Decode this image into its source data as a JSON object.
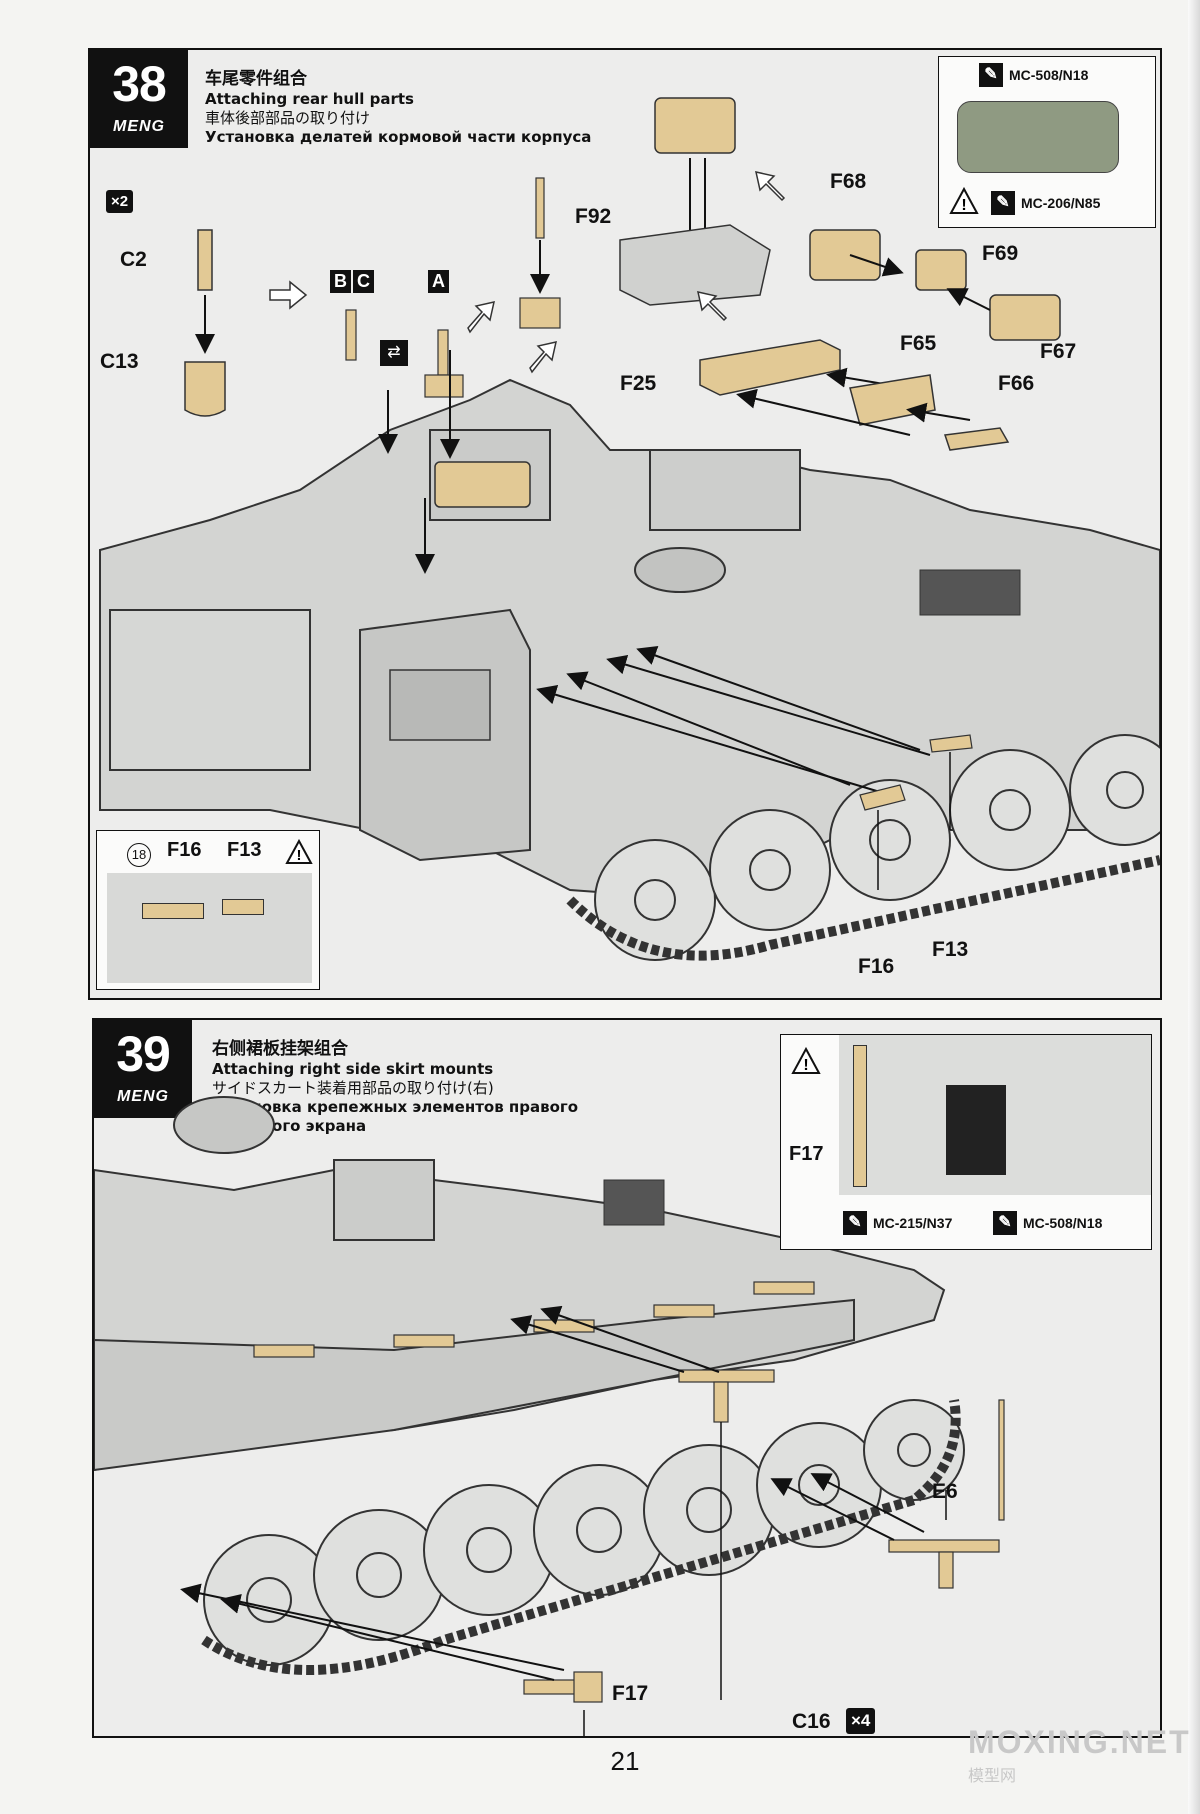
{
  "page_number": "21",
  "watermark": {
    "main": "MOXING.NET",
    "sub": "模型网"
  },
  "step38": {
    "number": "38",
    "brand": "MENG",
    "title_zh": "车尾零件组合",
    "title_en": "Attaching rear hull parts",
    "title_ja": "車体後部部品の取り付け",
    "title_ru": "Установка делатей кормовой части корпуса",
    "qty_x2": "×2",
    "labels": {
      "c2": "C2",
      "c13": "C13",
      "f92": "F92",
      "f68": "F68",
      "f69": "F69",
      "f67": "F67",
      "f25": "F25",
      "f65": "F65",
      "f66": "F66",
      "f16": "F16",
      "f13": "F13"
    },
    "option_b": "B",
    "option_c": "C",
    "option_a": "A",
    "paint_top": "MC-508/N18",
    "paint_bottom": "MC-206/N85",
    "inset_circle": "18",
    "inset_f16": "F16",
    "inset_f13": "F13"
  },
  "step39": {
    "number": "39",
    "brand": "MENG",
    "title_zh": "右侧裙板挂架组合",
    "title_en": "Attaching right side skirt mounts",
    "title_ja": "サイドスカート装着用部品の取り付け(右)",
    "title_ru_1": "Установка крепежных элементов правого",
    "title_ru_2": "бортового экрана",
    "labels": {
      "e6": "E6",
      "c16": "C16",
      "f17": "F17",
      "f17_inset": "F17"
    },
    "qty_x4": "×4",
    "paint_left": "MC-215/N37",
    "paint_right": "MC-508/N18"
  },
  "colors": {
    "part_tan": "#e2c995",
    "hull_grey": "#d3d4d2",
    "ink": "#111111"
  }
}
